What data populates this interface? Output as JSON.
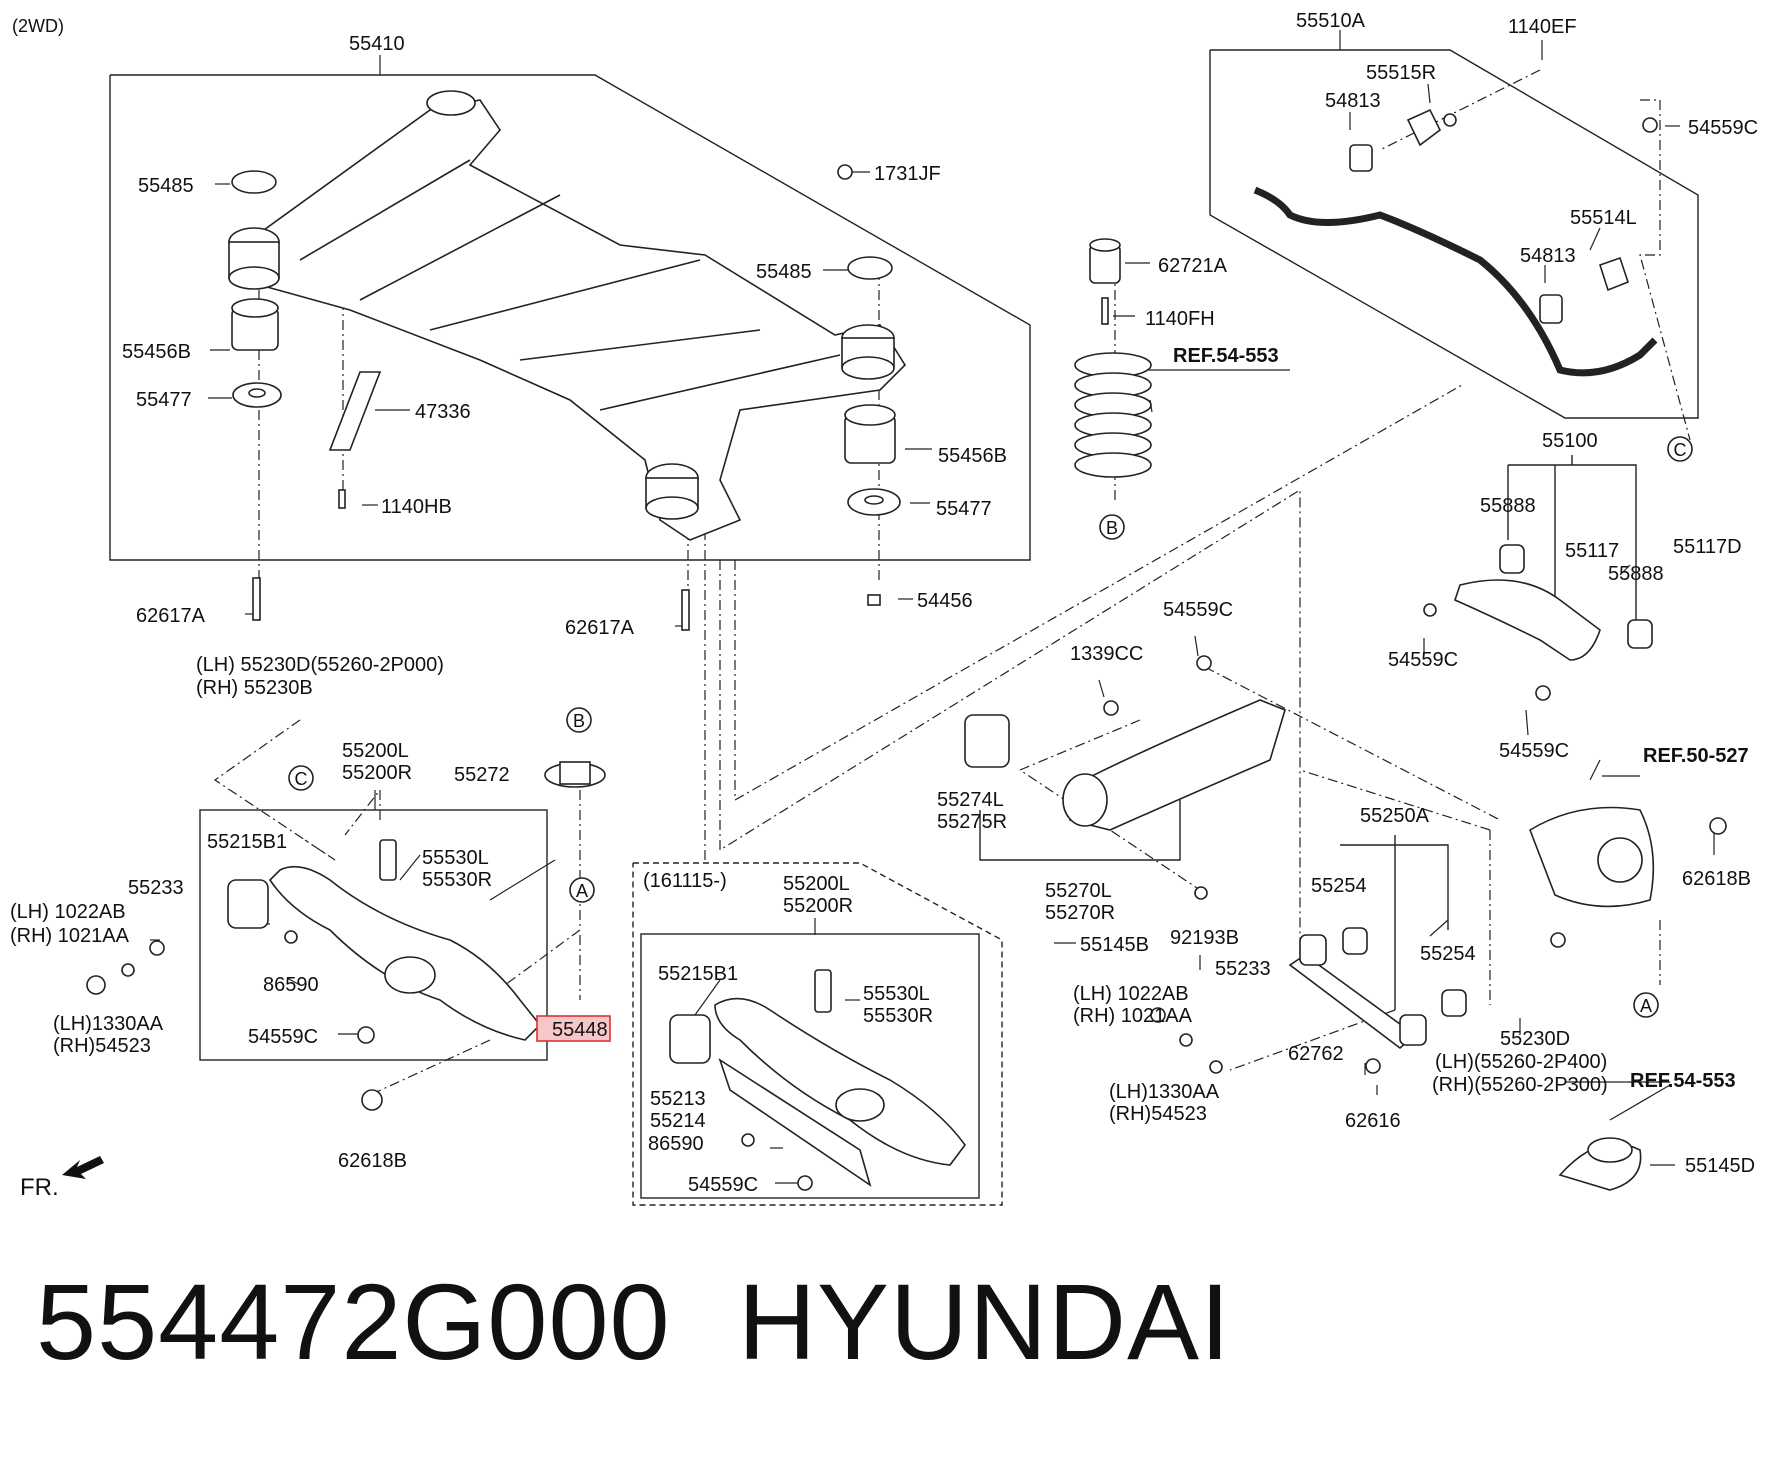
{
  "drivetype": "(2WD)",
  "caption": {
    "part_number": "554472G000",
    "brand": "HYUNDAI"
  },
  "front_label": "FR.",
  "highlighted_part": "55448",
  "labels": {
    "l55410": "55410",
    "l55485a": "55485",
    "l55485b": "55485",
    "l55456Ba": "55456B",
    "l55456Bb": "55456B",
    "l55477a": "55477",
    "l55477b": "55477",
    "l47336": "47336",
    "l1140HB": "1140HB",
    "l1731JF": "1731JF",
    "l54456": "54456",
    "l62617Aa": "62617A",
    "l62617Ab": "62617A",
    "l55510A": "55510A",
    "l1140EF": "1140EF",
    "l55515R": "55515R",
    "l54813a": "54813",
    "l54813b": "54813",
    "l54559Ctop": "54559C",
    "l55514L": "55514L",
    "l62721A": "62721A",
    "l1140FH": "1140FH",
    "ref54553a": "REF.54-553",
    "l55100": "55100",
    "l55888a": "55888",
    "l55888b": "55888",
    "l55117": "55117",
    "l55117D": "55117D",
    "l54559Cr1": "54559C",
    "l54559Cr2": "54559C",
    "ref50527": "REF.50-527",
    "l62618Bright": "62618B",
    "l54559Cmid": "54559C",
    "l1339CC": "1339CC",
    "l55274L": "55274L",
    "l55275R": "55275R",
    "l55270L": "55270L",
    "l55270R": "55270R",
    "l92193B": "92193B",
    "l55145B": "55145B",
    "l55250A": "55250A",
    "l55254a": "55254",
    "l55254b": "55254",
    "l55233mid": "55233",
    "lh1022ABmid": "(LH) 1022AB",
    "rh1021AAmid": "(RH) 1021AA",
    "lh1330AAmid": "(LH)1330AA",
    "rh54523mid": "(RH)54523",
    "l62762": "62762",
    "l62616": "62616",
    "l55230D": "55230D",
    "lh552602P400": "(LH)(55260-2P400)",
    "rh552602P300": "(RH)(55260-2P300)",
    "ref54553b": "REF.54-553",
    "l55145D": "55145D",
    "lh55230D": "(LH)  55230D(55260-2P000)",
    "rh55230B": "(RH)  55230B",
    "l55200La": "55200L",
    "l55200Ra": "55200R",
    "l55272": "55272",
    "l55215B1a": "55215B1",
    "l55530La": "55530L",
    "l55530Ra": "55530R",
    "l55233left": "55233",
    "lh1022ABleft": "(LH)  1022AB",
    "rh1021AAleft": "(RH)  1021AA",
    "l86590a": "86590",
    "l54559Cleft": "54559C",
    "lh1330AAleft": "(LH)1330AA",
    "rh54523left": "(RH)54523",
    "l62618Bleft": "62618B",
    "l161115": "(161115-)",
    "l55200Lb": "55200L",
    "l55200Rb": "55200R",
    "l55215B1b": "55215B1",
    "l55530Lb": "55530L",
    "l55530Rb": "55530R",
    "l55213": "55213",
    "l55214": "55214",
    "l86590b": "86590",
    "l54559Cinset": "54559C"
  },
  "callouts": {
    "A1": "A",
    "A2": "A",
    "B1": "B",
    "B2": "B",
    "C1": "C",
    "C2": "C"
  }
}
